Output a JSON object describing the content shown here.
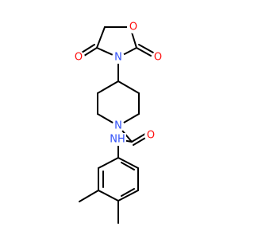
{
  "colors": {
    "bond": "#000000",
    "oxygen": "#ff0d0d",
    "nitrogen": "#3050f8",
    "background": "#ffffff"
  },
  "atoms": {
    "o_carbonyl_left": "O",
    "o_carbonyl_right": "O",
    "o_ring": "O",
    "n_oxazolidine": "N",
    "n_piperidine": "N",
    "o_amide": "O",
    "nh_amide": "NH"
  }
}
